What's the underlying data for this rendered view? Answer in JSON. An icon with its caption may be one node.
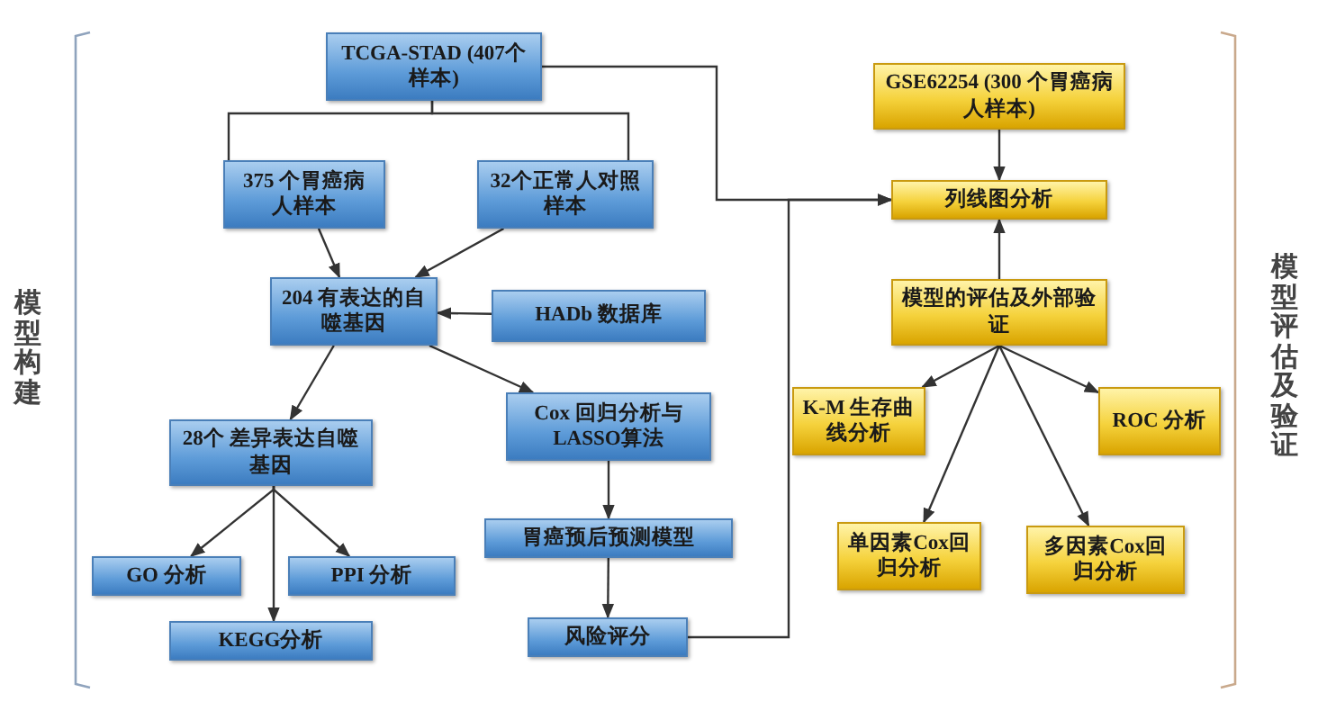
{
  "diagram": {
    "nodes": [
      {
        "text": [
          "TCGA-STAD (407个样本)"
        ]
      },
      {
        "text": [
          "375 个胃癌病人样本"
        ]
      },
      {
        "text": [
          "32个正常人对照样本"
        ]
      },
      {
        "text": [
          "204 有表达的自噬基因"
        ]
      },
      {
        "text": [
          "HADb 数据库"
        ]
      },
      {
        "text": [
          "28个 差异表达自噬基因"
        ]
      },
      {
        "text": [
          "Cox 回归分析与LASSO算法"
        ]
      },
      {
        "text": [
          "GO 分析"
        ]
      },
      {
        "text": [
          "PPI 分析"
        ]
      },
      {
        "text": [
          "KEGG分析"
        ]
      },
      {
        "text": [
          "胃癌预后预测模型"
        ]
      },
      {
        "text": [
          "风险评分"
        ]
      },
      {
        "text": [
          "GSE62254 (300 个胃癌病人样本)"
        ]
      },
      {
        "text": [
          "列线图分析"
        ]
      },
      {
        "text": [
          "模型的评估及外部验证"
        ]
      },
      {
        "text": [
          "K-M 生存曲线分析"
        ]
      },
      {
        "text": [
          "ROC 分析"
        ]
      },
      {
        "text": [
          "单因素Cox回归分析"
        ]
      },
      {
        "text": [
          "多因素Cox回归分析"
        ]
      }
    ],
    "edges": [
      {
        "from": 0,
        "to": 1,
        "arrow": "none"
      },
      {
        "from": 0,
        "to": 2,
        "arrow": "none"
      },
      {
        "from": 1,
        "to": 3,
        "arrow": "to"
      },
      {
        "from": 2,
        "to": 3,
        "arrow": "to"
      },
      {
        "from": 4,
        "to": 3,
        "arrow": "to"
      },
      {
        "from": 3,
        "to": 5,
        "arrow": "to"
      },
      {
        "from": 3,
        "to": 6,
        "arrow": "to"
      },
      {
        "from": 5,
        "to": 7,
        "arrow": "to"
      },
      {
        "from": 5,
        "to": 9,
        "arrow": "to"
      },
      {
        "from": 5,
        "to": 8,
        "arrow": "to"
      },
      {
        "from": 6,
        "to": 10,
        "arrow": "to"
      },
      {
        "from": 10,
        "to": 11,
        "arrow": "to"
      },
      {
        "from": 0,
        "to": 13,
        "arrow": "to"
      },
      {
        "from": 11,
        "to": 13,
        "arrow": "to"
      },
      {
        "from": 12,
        "to": 13,
        "arrow": "to"
      },
      {
        "from": 14,
        "to": 13,
        "arrow": "to"
      },
      {
        "from": 14,
        "to": 15,
        "arrow": "to"
      },
      {
        "from": 14,
        "to": 16,
        "arrow": "to"
      },
      {
        "from": 14,
        "to": 17,
        "arrow": "to"
      },
      {
        "from": 14,
        "to": 18,
        "arrow": "to"
      }
    ],
    "labels": [
      "模型构建",
      "模型评估及验证"
    ]
  }
}
